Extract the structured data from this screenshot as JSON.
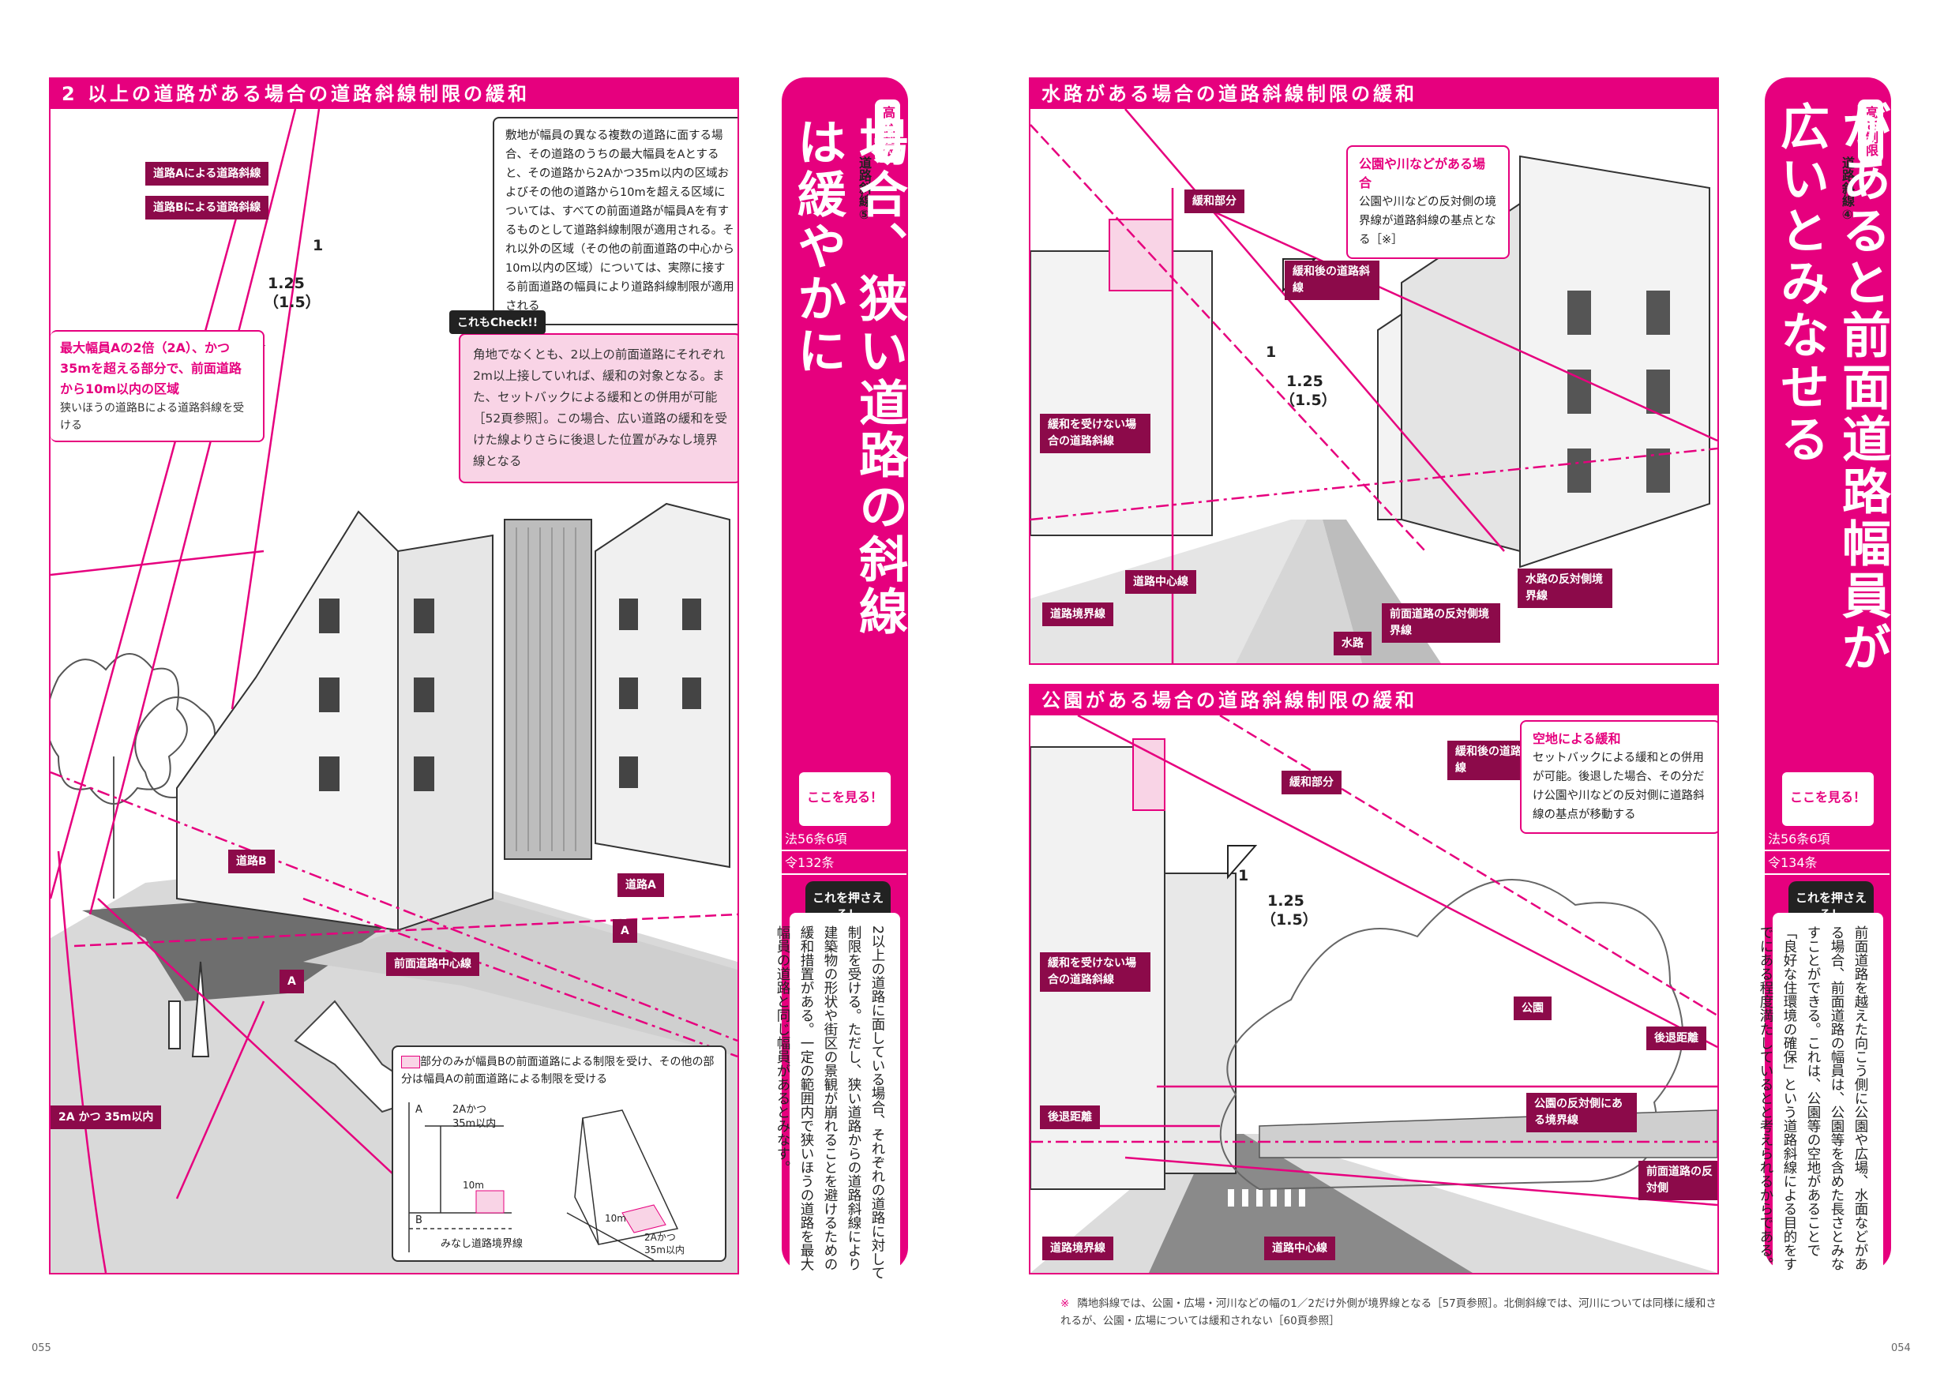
{
  "left_page": {
    "panel_title": "2 以上の道路がある場合の道路斜線制限の緩和",
    "labels": {
      "road_a_line": "道路Aによる道路斜線",
      "road_b_line": "道路Bによる道路斜線",
      "road_b": "道路B",
      "road_a": "道路A",
      "a1": "A",
      "a2": "A",
      "centerline": "前面道路中心線",
      "range": "2A かつ 35m以内"
    },
    "ratio": {
      "one": "1",
      "value": "1.25",
      "paren": "（1.5）"
    },
    "note": "敷地が幅員の異なる複数の道路に面する場合、その道路のうちの最大幅員をAとすると、その道路から2Aかつ35m以内の区域およびその他の道路から10mを超える区域については、すべての前面道路が幅員Aを有するものとして道路斜線制限が適用される。それ以外の区域（その他の前面道路の中心から10m以内の区域）については、実際に接する前面道路の幅員により道路斜線制限が適用される",
    "highlight": {
      "pink": "最大幅員Aの2倍（2A）、かつ35mを超える部分で、前面道路から10m以内の区域",
      "black": "狭いほうの道路Bによる道路斜線を受ける"
    },
    "check": {
      "label": "これもCheck!!",
      "text": "角地でなくとも、2以上の前面道路にそれぞれ2m以上接していれば、緩和の対象となる。また、セットバックによる緩和との併用が可能［52頁参照］。この場合、広い道路の緩和を受けた線よりさらに後退した位置がみなし境界線となる"
    },
    "diagram": {
      "legend": "部分のみが幅員Bの前面道路による制限を受け、その他の部分は幅員Aの前面道路による制限を受ける",
      "a": "A",
      "twoA": "2Aかつ",
      "m35": "35m以内",
      "m10": "10m",
      "b": "B",
      "boundary": "みなし道路境界線",
      "iso_10": "10m",
      "iso_2a": "2Aかつ",
      "iso_35": "35m以内"
    },
    "side": {
      "badge": "高さ制限",
      "sub": "道路斜線⑤",
      "title": "2以上の道路に面する場合、狭い道路の斜線は緩やかに",
      "koko": "ここを見る！",
      "refs": [
        "法56条6項",
        "令132条"
      ],
      "osaeru": "これを押さえる！",
      "body": "2以上の道路に面している場合、それぞれの道路に対して制限を受ける。ただし、狭い道路からの道路斜線により建築物の形状や街区の景観が崩れることを避けるための緩和措置がある。一定の範囲内で狭いほうの道路を最大幅員の道路と同じ幅員があるとみなす。"
    },
    "folio": "055"
  },
  "right_page": {
    "top_panel": {
      "title": "水路がある場合の道路斜線制限の緩和",
      "labels": {
        "kanwa_bubun": "緩和部分",
        "after": "緩和後の道路斜線",
        "not_kanwa": "緩和を受けない場合の道路斜線",
        "centerline": "道路中心線",
        "boundary": "道路境界線",
        "front_opp": "前面道路の反対側境界線",
        "water": "水路",
        "water_opp": "水路の反対側境界線"
      },
      "ratio": {
        "one": "1",
        "value": "1.25",
        "paren": "（1.5）"
      },
      "note_title": "公園や川などがある場合",
      "note_text": "公園や川などの反対側の境界線が道路斜線の基点となる［※］"
    },
    "bottom_panel": {
      "title": "公園がある場合の道路斜線制限の緩和",
      "labels": {
        "kanwa_bubun": "緩和部分",
        "after": "緩和後の道路斜線",
        "not_kanwa": "緩和を受けない場合の道路斜線",
        "park": "公園",
        "setback1": "後退距離",
        "setback2": "後退距離",
        "park_opp": "公園の反対側にある境界線",
        "front_opp": "前面道路の反対側",
        "boundary": "道路境界線",
        "centerline": "道路中心線"
      },
      "ratio": {
        "one": "1",
        "value": "1.25",
        "paren": "（1.5）"
      },
      "note_title": "空地による緩和",
      "note_text": "セットバックによる緩和との併用が可能。後退した場合、その分だけ公園や川などの反対側に道路斜線の基点が移動する"
    },
    "side": {
      "badge": "高さ制限",
      "sub": "道路斜線④",
      "title": "道路斜線で公園等の空地があると前面道路幅員が広いとみなせる",
      "koko": "ここを見る！",
      "refs": [
        "法56条6項",
        "令134条"
      ],
      "osaeru": "これを押さえる！",
      "body": "前面道路を越えた向こう側に公園や広場、水面などがある場合、前面道路の幅員は、公園等を含めた長さとみなすことができる。これは、公園等の空地があることで「良好な住環境の確保」という道路斜線による目的をすでにある程度満たしているとと考えられるからである。"
    },
    "footnote_mark": "※",
    "footnote": "隣地斜線では、公園・広場・河川などの幅の1／2だけ外側が境界線となる［57頁参照］。北側斜線では、河川については同様に緩和されるが、公園・広場については緩和されない［60頁参照］",
    "folio": "054"
  },
  "colors": {
    "accent": "#e6007e",
    "dark_tag": "#8c0a4a",
    "pink_fill": "#f9d4e6"
  }
}
